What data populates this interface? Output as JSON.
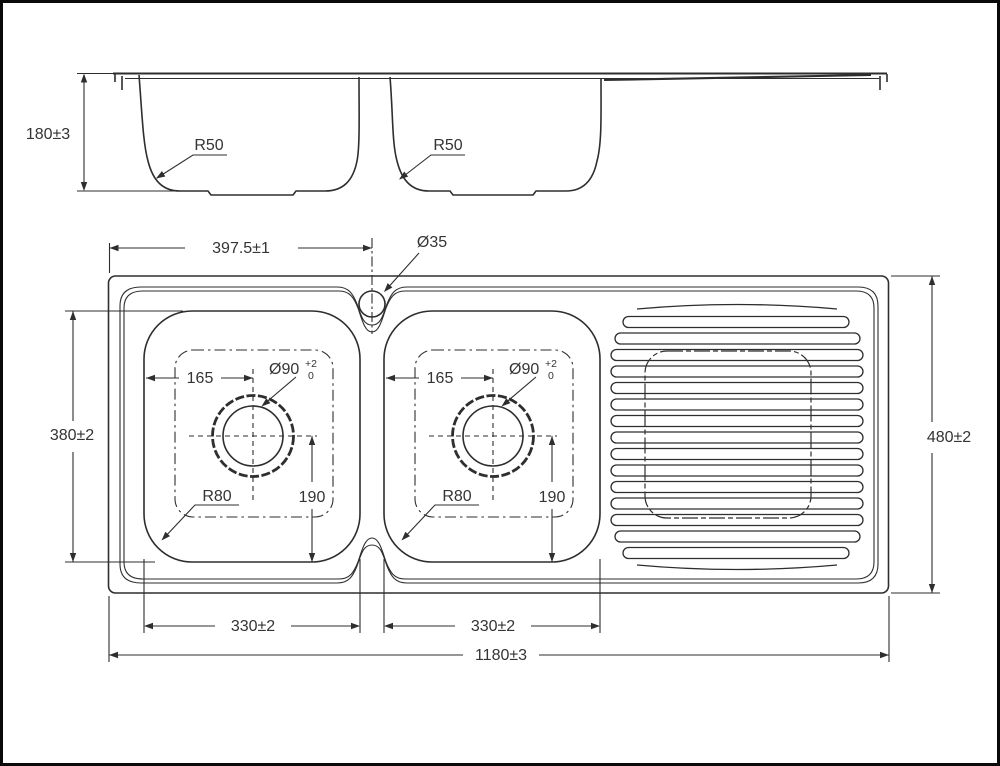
{
  "drawing": {
    "type": "technical-drawing",
    "product": "double-bowl sink with drainer",
    "line_color": "#2e2e2e",
    "text_color": "#343434",
    "background": "#ffffff",
    "elevation_view": {
      "depth_dim": "180±3",
      "bowl1_bottom_radius": "R50",
      "bowl2_bottom_radius": "R50"
    },
    "plan_view": {
      "tap_hole_offset_dim": "397.5±1",
      "tap_hole_diameter": "Ø35",
      "overall_length_dim": "1180±3",
      "overall_width_dim": "480±2",
      "bowl_width_dim": "380±2",
      "bowl1": {
        "drain_offset_x_dim": "165",
        "drain_diameter": "Ø90",
        "drain_tolerance_upper": "+2",
        "drain_tolerance_lower": "0",
        "drain_offset_y_dim": "190",
        "corner_radius": "R80",
        "bowl_length_dim": "330±2"
      },
      "bowl2": {
        "drain_offset_x_dim": "165",
        "drain_diameter": "Ø90",
        "drain_tolerance_upper": "+2",
        "drain_tolerance_lower": "0",
        "drain_offset_y_dim": "190",
        "corner_radius": "R80",
        "bowl_length_dim": "330±2"
      }
    }
  }
}
